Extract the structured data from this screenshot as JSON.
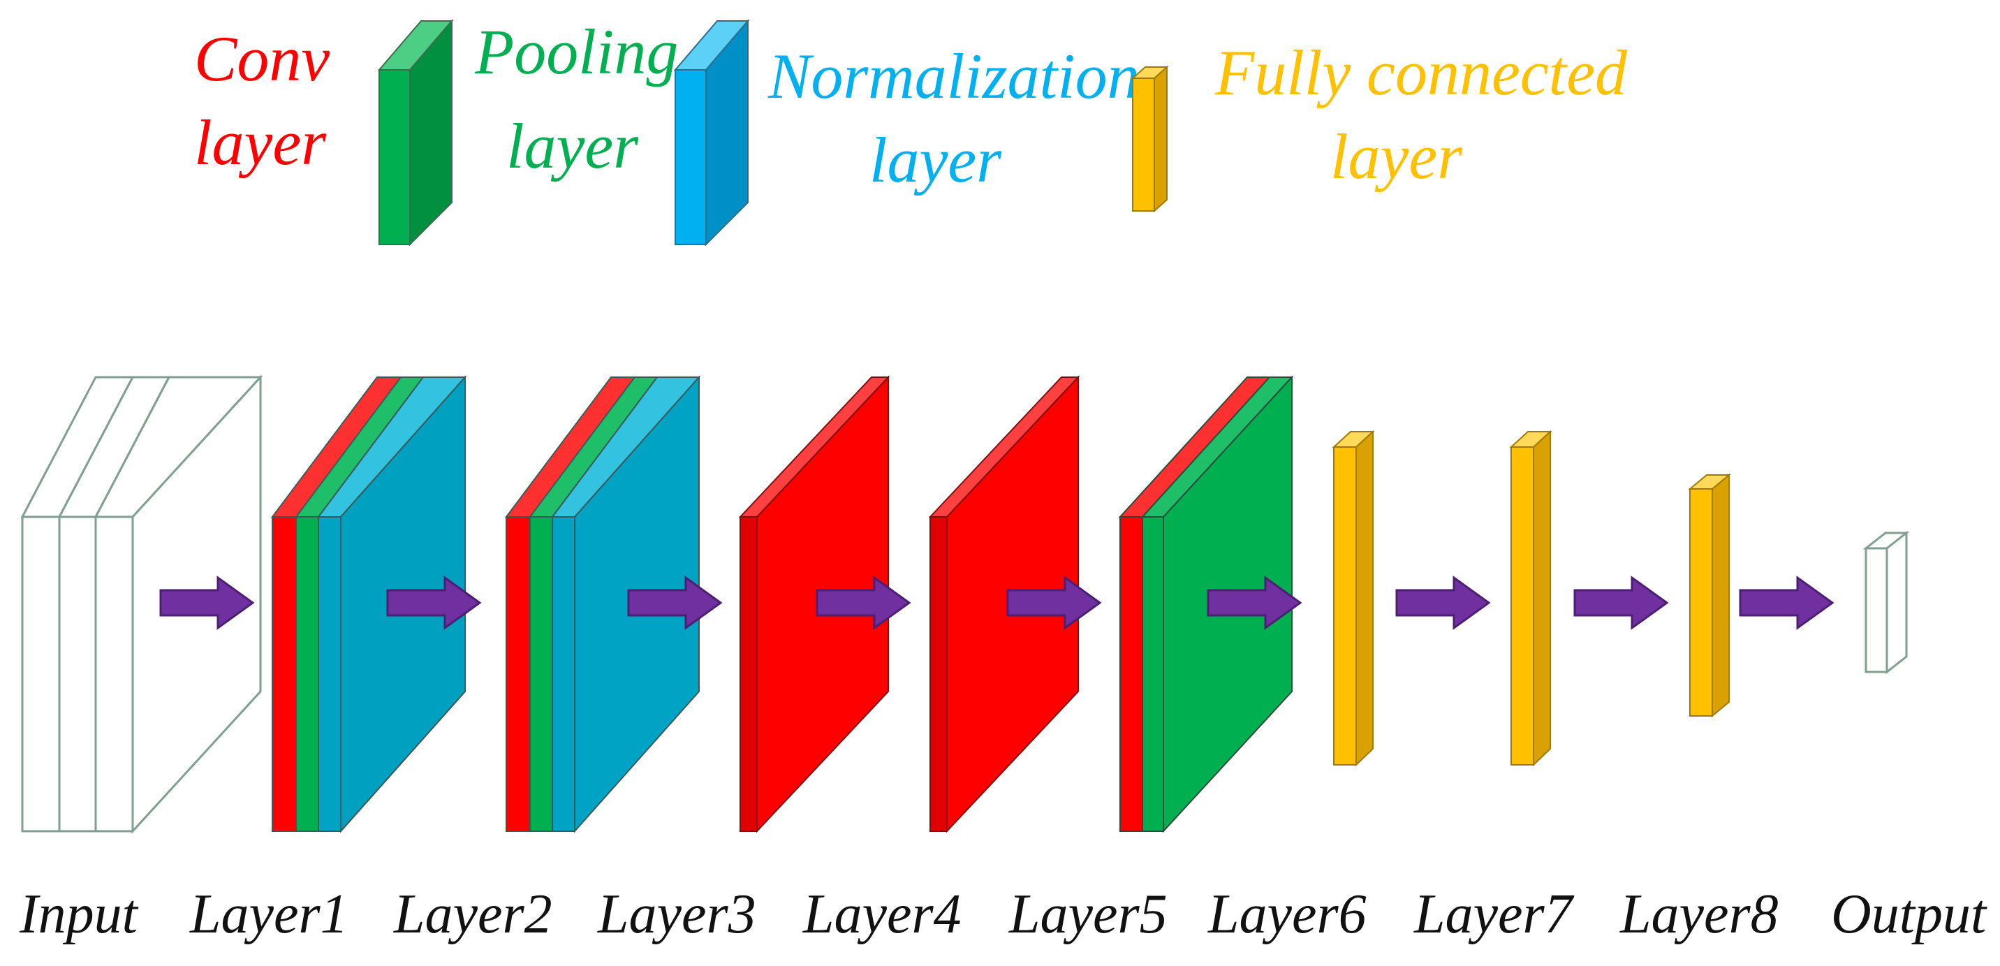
{
  "colors": {
    "conv": "#ff0000",
    "pooling": "#00b050",
    "normalization": "#00b0f0",
    "normalization_stack": "#00a3c4",
    "fully_connected": "#ffc000",
    "arrow": "#7030a0",
    "arrow_stroke": "#4b1f73",
    "outline": "#6f8f7f",
    "caption": "#111111"
  },
  "legend": {
    "conv": {
      "line1": "Conv",
      "line2": "layer"
    },
    "pooling": {
      "line1": "Pooling",
      "line2": "layer"
    },
    "normalization": {
      "line1": "Normalization",
      "line2": "layer"
    },
    "fully_connected": {
      "line1": "Fully connected",
      "line2": "layer"
    }
  },
  "layers": [
    {
      "label": "Input",
      "kind": "input"
    },
    {
      "label": "Layer1",
      "kind": "conv+pool+norm"
    },
    {
      "label": "Layer2",
      "kind": "conv+pool+norm"
    },
    {
      "label": "Layer3",
      "kind": "conv"
    },
    {
      "label": "Layer4",
      "kind": "conv"
    },
    {
      "label": "Layer5",
      "kind": "conv+pool"
    },
    {
      "label": "Layer6",
      "kind": "fully-connected"
    },
    {
      "label": "Layer7",
      "kind": "fully-connected"
    },
    {
      "label": "Layer8",
      "kind": "fully-connected"
    },
    {
      "label": "Output",
      "kind": "output"
    }
  ]
}
